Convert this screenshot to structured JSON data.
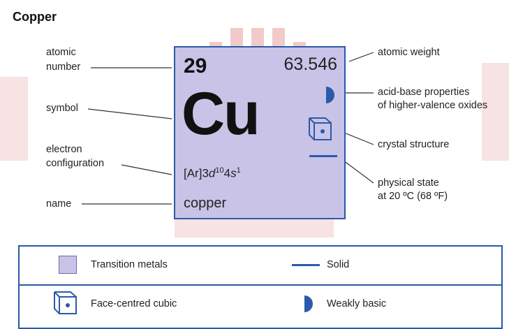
{
  "page_title": "Copper",
  "element": {
    "atomic_number": "29",
    "atomic_weight": "63.546",
    "symbol": "Cu",
    "configuration": {
      "core": "[Ar]3",
      "d": "d",
      "d_exp": "10",
      "n": "4",
      "s": "s",
      "s_exp": "1"
    },
    "name": "copper"
  },
  "labels": {
    "atomic_number_1": "atomic",
    "atomic_number_2": "number",
    "symbol": "symbol",
    "electron_config_1": "electron",
    "electron_config_2": "configuration",
    "name": "name",
    "atomic_weight": "atomic weight",
    "acid_base_1": "acid-base properties",
    "acid_base_2": "of higher-valence oxides",
    "crystal_structure": "crystal structure",
    "physical_state_1": "physical state",
    "physical_state_2": "at 20 ºC (68 ºF)"
  },
  "legend": {
    "transition_metals": "Transition metals",
    "solid": "Solid",
    "fcc": "Face-centred cubic",
    "weakly_basic": "Weakly basic"
  },
  "colors": {
    "tile_fill": "#c9c3e8",
    "accent_blue": "#2b5aa8",
    "watermark": "#f6dede"
  },
  "icons": {
    "acid_base": "half-disc-icon",
    "crystal": "face-centred-cubic-icon",
    "state": "solid-line-icon",
    "category": "swatch-icon"
  }
}
